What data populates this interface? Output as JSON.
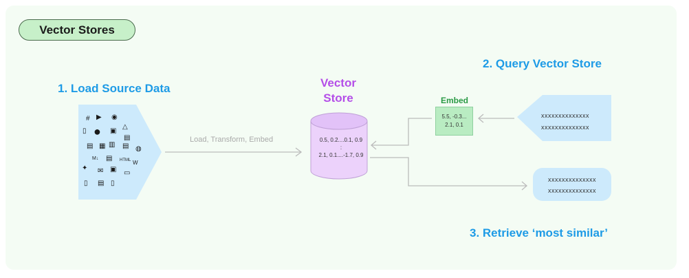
{
  "header": {
    "pill_label": "Vector Stores"
  },
  "steps": {
    "load": "1. Load Source Data",
    "query": "2. Query Vector Store",
    "retrieve": "3. Retrieve ‘most similar’"
  },
  "vector_store": {
    "title_line1": "Vector",
    "title_line2": "Store",
    "line1": "0.5, 0.2....0.1, 0.9",
    "line2": ":",
    "line3": "2.1, 0.1....-1.7, 0.9"
  },
  "flow": {
    "load_label": "Load, Transform, Embed"
  },
  "embed": {
    "label": "Embed",
    "line1": "5.5, -0.3...",
    "line2": "2.1, 0.1"
  },
  "query": {
    "line1": "xxxxxxxxxxxxxx",
    "line2": "xxxxxxxxxxxxxx"
  },
  "result": {
    "line1": "xxxxxxxxxxxxxx",
    "line2": "xxxxxxxxxxxxxx"
  },
  "source_icons": [
    "slack-icon",
    "youtube-icon",
    "discord-icon",
    "file-icon",
    "github-icon",
    "image-icon",
    "drive-icon",
    "pdf-icon",
    "csv-icon",
    "db-icon",
    "ppt-icon",
    "globe-icon",
    "markdown-icon",
    "html-icon",
    "wikipedia-icon",
    "twitter-icon",
    "mail-icon",
    "doc-icon",
    "folder-icon",
    "page-icon",
    "txt-icon",
    "json-icon"
  ],
  "colors": {
    "blue": "#1e9be6",
    "purple": "#b44ee8",
    "green": "#2a9a45",
    "panel": "#f4fcf4"
  }
}
